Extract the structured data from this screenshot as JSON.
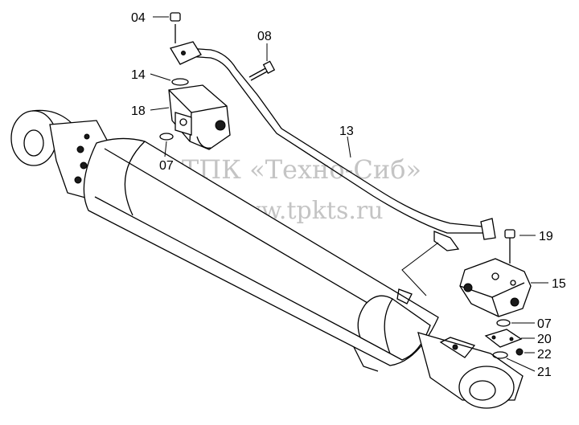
{
  "diagram": {
    "watermark_line1": "ТПК «Техно-Сиб»",
    "watermark_line2": "www.tpkts.ru",
    "labels": {
      "p04": "04",
      "p08": "08",
      "p14": "14",
      "p18": "18",
      "p07a": "07",
      "p13": "13",
      "p19": "19",
      "p15": "15",
      "p07b": "07",
      "p20": "20",
      "p22": "22",
      "p21": "21"
    }
  }
}
